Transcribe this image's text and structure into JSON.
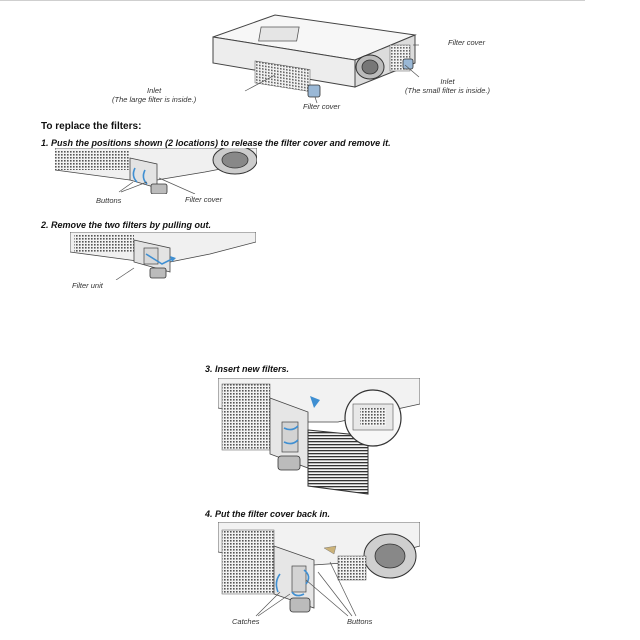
{
  "figure_top": {
    "filter_cover_right": "Filter cover",
    "inlet_left_line1": "Inlet",
    "inlet_left_line2": "(The large filter is inside.)",
    "filter_cover_bottom": "Filter cover",
    "inlet_right_line1": "Inlet",
    "inlet_right_line2": "(The small filter is inside.)"
  },
  "section_title": "To replace the filters:",
  "steps": [
    {
      "text": "1. Push the positions shown (2 locations) to release the filter cover and remove it.",
      "labels": {
        "buttons": "Buttons",
        "filter_cover": "Filter cover"
      }
    },
    {
      "text": "2. Remove the two filters by pulling out.",
      "labels": {
        "filter_unit": "Filter unit"
      }
    },
    {
      "text": "3. Insert new filters."
    },
    {
      "text": "4. Put the filter cover back in.",
      "labels": {
        "catches": "Catches",
        "buttons": "Buttons"
      }
    }
  ],
  "colors": {
    "accent": "#3f8fd2",
    "line": "#555555"
  }
}
